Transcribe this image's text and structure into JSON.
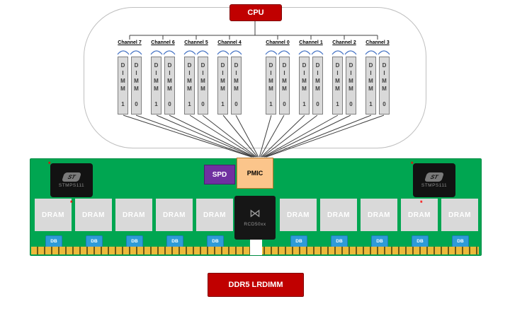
{
  "cpu": {
    "label": "CPU"
  },
  "channels": [
    {
      "label": "Channel 7",
      "dimms": [
        "DIMM 1",
        "DIMM 0"
      ]
    },
    {
      "label": "Channel 6",
      "dimms": [
        "DIMM 1",
        "DIMM 0"
      ]
    },
    {
      "label": "Channel 5",
      "dimms": [
        "DIMM 1",
        "DIMM 0"
      ]
    },
    {
      "label": "Channel 4",
      "dimms": [
        "DIMM 1",
        "DIMM 0"
      ]
    },
    {
      "label": "Channel 0",
      "dimms": [
        "DIMM 1",
        "DIMM 0"
      ]
    },
    {
      "label": "Channel 1",
      "dimms": [
        "DIMM 1",
        "DIMM 0"
      ]
    },
    {
      "label": "Channel 2",
      "dimms": [
        "DIMM 1",
        "DIMM 0"
      ]
    },
    {
      "label": "Channel 3",
      "dimms": [
        "DIMM 1",
        "DIMM 0"
      ]
    }
  ],
  "module": {
    "name": "DDR5 LRDIMM",
    "spd": "SPD",
    "pmic": "PMIC",
    "rcd_label": "RCD50xx",
    "rcd_logo": "⋈",
    "stmps_label": "STMPS111",
    "st_logo": "ST",
    "dram_label": "DRAM",
    "db_label": "DB",
    "footnote_marker": "*"
  },
  "colors": {
    "cpu_red": "#c00000",
    "pcb_green": "#00a651",
    "spd_purple": "#7030a0",
    "pmic_orange": "#fbc58b",
    "db_blue": "#2e9bd8",
    "dimm_gray": "#d9d9d9",
    "brace_blue": "#4472c4",
    "gold_finger": "#ecba3b",
    "wire_gray": "#3f3f3f"
  }
}
